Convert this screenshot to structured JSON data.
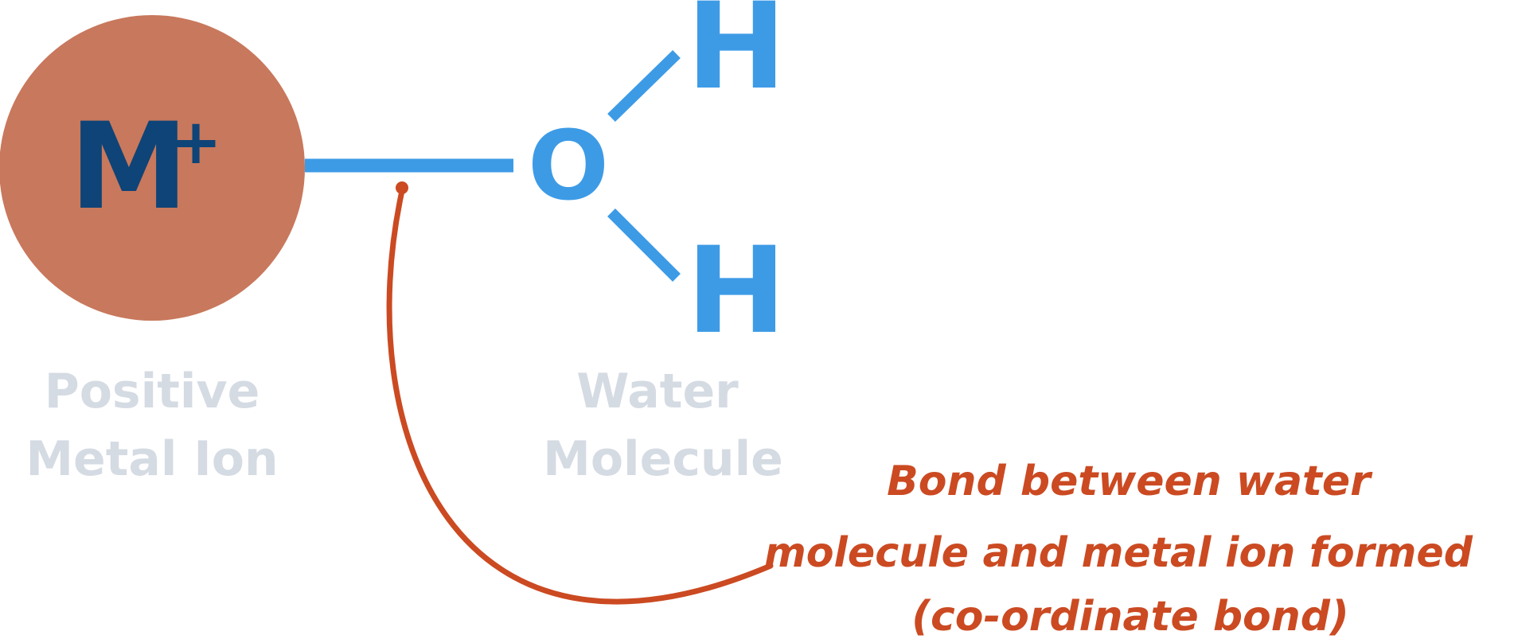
{
  "metal_ion": {
    "symbol": "M",
    "charge": "+",
    "label_line1": "Positive",
    "label_line2": "Metal Ion"
  },
  "water": {
    "oxygen": "O",
    "hydrogen_top": "H",
    "hydrogen_bottom": "H",
    "label_line1": "Water",
    "label_line2": "Molecule"
  },
  "annotation": {
    "line1": "Bond between water",
    "line2": "molecule and metal ion formed",
    "line3": "(co-ordinate bond)"
  },
  "colors": {
    "metal_fill": "#c8785c",
    "metal_text": "#0e4477",
    "bond_blue": "#3d9be6",
    "caption_grey": "#d5dbe3",
    "annotation_red": "#cb4a22"
  }
}
